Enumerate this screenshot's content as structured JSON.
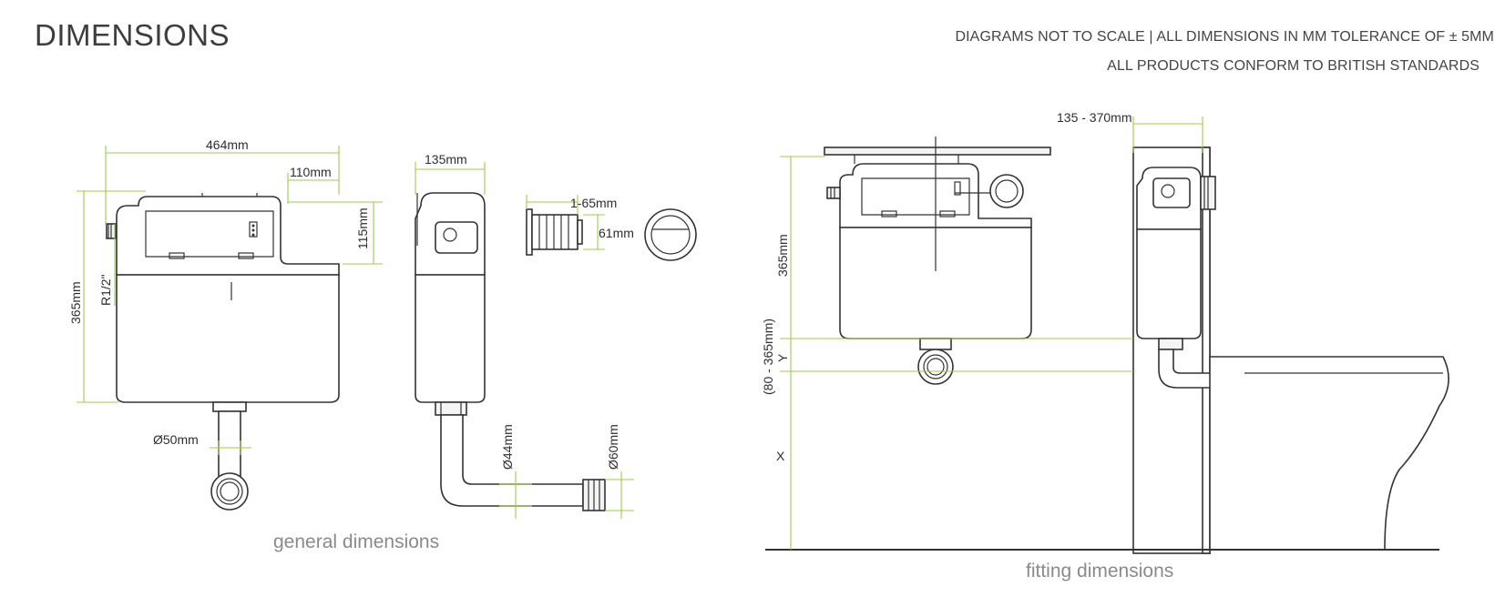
{
  "header": {
    "title": "DIMENSIONS",
    "note_line_1": "DIAGRAMS NOT TO SCALE | ALL DIMENSIONS IN MM TOLERANCE OF ± 5MM",
    "note_line_2": "ALL PRODUCTS CONFORM TO BRITISH STANDARDS"
  },
  "general": {
    "width_label": "464mm",
    "offset_label": "110mm",
    "top_height_label": "115mm",
    "height_label": "365mm",
    "inlet_label": "R1/2\"",
    "outlet_label": "Ø50mm",
    "depth_label": "135mm",
    "pipe_44_label": "Ø44mm",
    "pipe_60_label": "Ø60mm",
    "button_depth_label": "1-65mm",
    "button_dia_label": "61mm",
    "caption": "general dimensions"
  },
  "fitting": {
    "wall_label": "135 - 370mm",
    "height_label": "365mm",
    "y_range_label": "(80 - 365mm)",
    "y_label": "Y",
    "x_label": "X",
    "caption": "fitting dimensions"
  },
  "colors": {
    "dimension": "#9ccc4a",
    "outline": "#333333",
    "caption": "#8a8a8a"
  }
}
